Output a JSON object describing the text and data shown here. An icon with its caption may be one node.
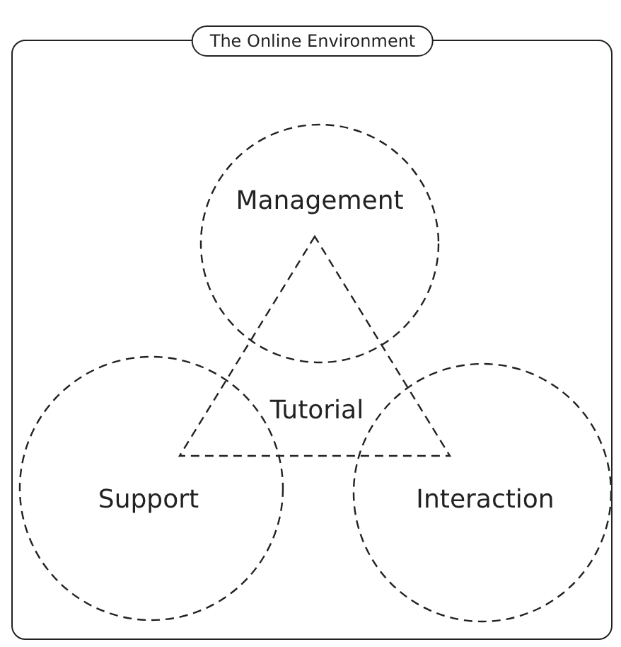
{
  "diagram": {
    "nodes": [
      {
        "text": [
          "The Online Environment"
        ]
      },
      {
        "text": [
          "Management"
        ],
        "in": 0
      },
      {
        "text": [
          "Support"
        ],
        "in": 0
      },
      {
        "text": [
          "Interaction"
        ],
        "in": 0
      },
      {
        "text": [
          "Tutorial"
        ],
        "in": 0
      }
    ]
  }
}
